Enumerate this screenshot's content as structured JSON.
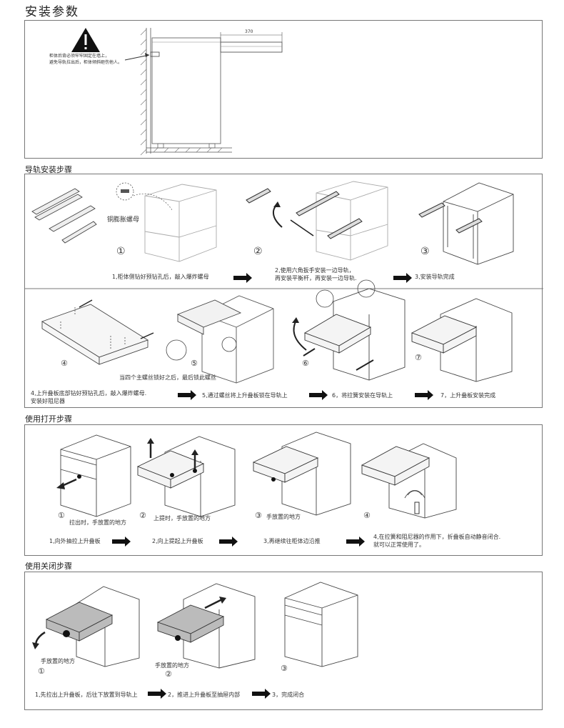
{
  "page_title": "安装参数",
  "section1": {
    "warning": [
      "柜体后背必须牢牢固定在墙上，",
      "避免导轨拉出后，柜体倾斜砸伤他人。"
    ],
    "dimension": "370"
  },
  "section2": {
    "title": "导轨安装步骤",
    "nut_label": "铜膨胀螺母",
    "num1": "①",
    "num2": "②",
    "num3": "③",
    "step1": "1,柜体侧钻好预钻孔后，敲入爆炸螺母",
    "step2": [
      "2,使用六角扳手安装一边导轨，",
      "再安装平衡杆，再安装一边导轨."
    ],
    "step3": "3,安装导轨完成",
    "num4": "④",
    "num5": "⑤",
    "num6": "⑥",
    "num7": "⑦",
    "screw_note": "当四个主螺丝锁好之后，最后锁此螺丝",
    "step4": [
      "4,上升叠板底部钻好预钻孔后，敲入爆炸螺母.",
      "安装好阻尼器"
    ],
    "step5": "5,通过螺丝将上升叠板锁在导轨上",
    "step6": "6，将拉簧安装在导轨上",
    "step7": "7，上升叠板安装完成"
  },
  "section3": {
    "title": "使用打开步骤",
    "n1": "①",
    "n2": "②",
    "n3": "③",
    "n4": "④",
    "cap1": "拉出时，手放置的地方",
    "cap2": "上提时，手放置的地方",
    "cap3": "手放置的地方",
    "step1": "1,向外抽拉上升叠板",
    "step2": "2,向上提起上升叠板",
    "step3": "3,再继续往柜体边沿推",
    "step4": [
      "4,在拉簧和阻尼器的作用下，折叠板自动静音闭合.",
      "就可以正常使用了。"
    ]
  },
  "section4": {
    "title": "使用关闭步骤",
    "cap1": "手放置的地方",
    "cap2": "手放置的地方",
    "n1": "①",
    "n2": "②",
    "n3": "③",
    "step1": "1,先拉出上升叠板，后往下放置到导轨上",
    "step2": "2，推进上升叠板至抽屉内部",
    "step3": "3，完成闭合"
  }
}
